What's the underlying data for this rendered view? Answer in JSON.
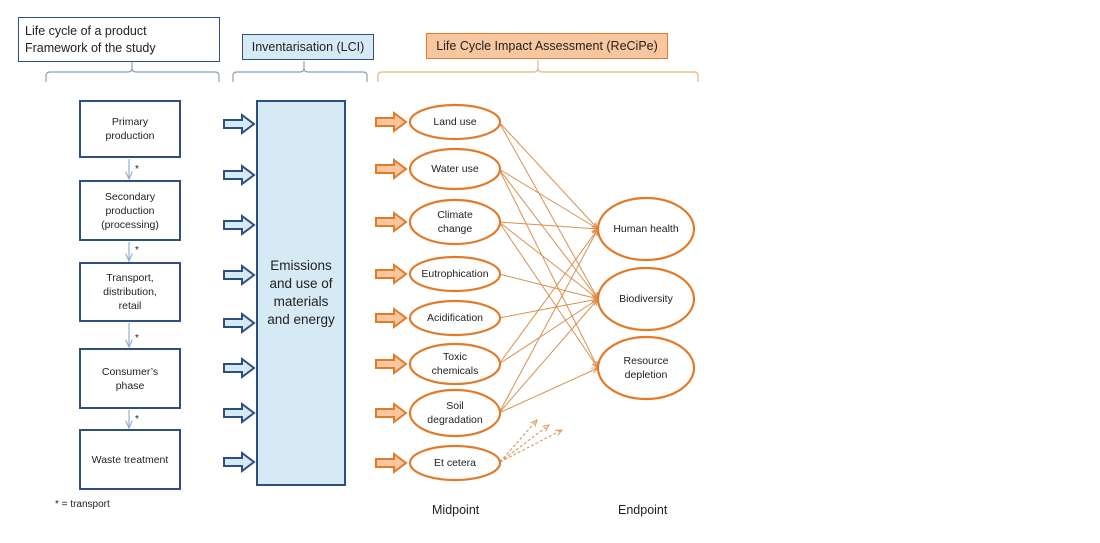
{
  "headers": {
    "framework": {
      "line1": "Life cycle of a product",
      "line2": "Framework of the study"
    },
    "lci": "Inventarisation (LCI)",
    "lcia": "Life Cycle Impact Assessment (ReCiPe)"
  },
  "stages": [
    {
      "label": "Primary\nproduction"
    },
    {
      "label": "Secondary\nproduction\n(processing)"
    },
    {
      "label": "Transport,\ndistribution,\nretail"
    },
    {
      "label": "Consumer’s\nphase"
    },
    {
      "label": "Waste treatment"
    }
  ],
  "transport_marker": "*",
  "footnote": "* = transport",
  "lci_box": "Emissions\nand use of\nmaterials\nand energy",
  "midpoints": [
    {
      "id": "land-use",
      "label": "Land use",
      "links": [
        "human-health",
        "biodiversity"
      ]
    },
    {
      "id": "water-use",
      "label": "Water use",
      "links": [
        "human-health",
        "biodiversity",
        "resource-depletion"
      ]
    },
    {
      "id": "climate-change",
      "label": "Climate\nchange",
      "links": [
        "human-health",
        "biodiversity",
        "resource-depletion"
      ]
    },
    {
      "id": "eutrophication",
      "label": "Eutrophication",
      "links": [
        "biodiversity"
      ]
    },
    {
      "id": "acidification",
      "label": "Acidification",
      "links": [
        "biodiversity"
      ]
    },
    {
      "id": "toxic-chemicals",
      "label": "Toxic\nchemicals",
      "links": [
        "human-health",
        "biodiversity"
      ]
    },
    {
      "id": "soil-degradation",
      "label": "Soil\ndegradation",
      "links": [
        "human-health",
        "biodiversity",
        "resource-depletion"
      ]
    },
    {
      "id": "et-cetera",
      "label": "Et cetera",
      "links": []
    }
  ],
  "endpoints": [
    {
      "id": "human-health",
      "label": "Human health"
    },
    {
      "id": "biodiversity",
      "label": "Biodiversity"
    },
    {
      "id": "resource-depletion",
      "label": "Resource\ndepletion"
    }
  ],
  "column_labels": {
    "midpoint": "Midpoint",
    "endpoint": "Endpoint"
  },
  "colors": {
    "blue_border": "#2f4f7f",
    "blue_fill": "#d6eaf5",
    "orange_border": "#e07b2a",
    "orange_fill": "#f8c7a0",
    "link": "#d9914f"
  }
}
